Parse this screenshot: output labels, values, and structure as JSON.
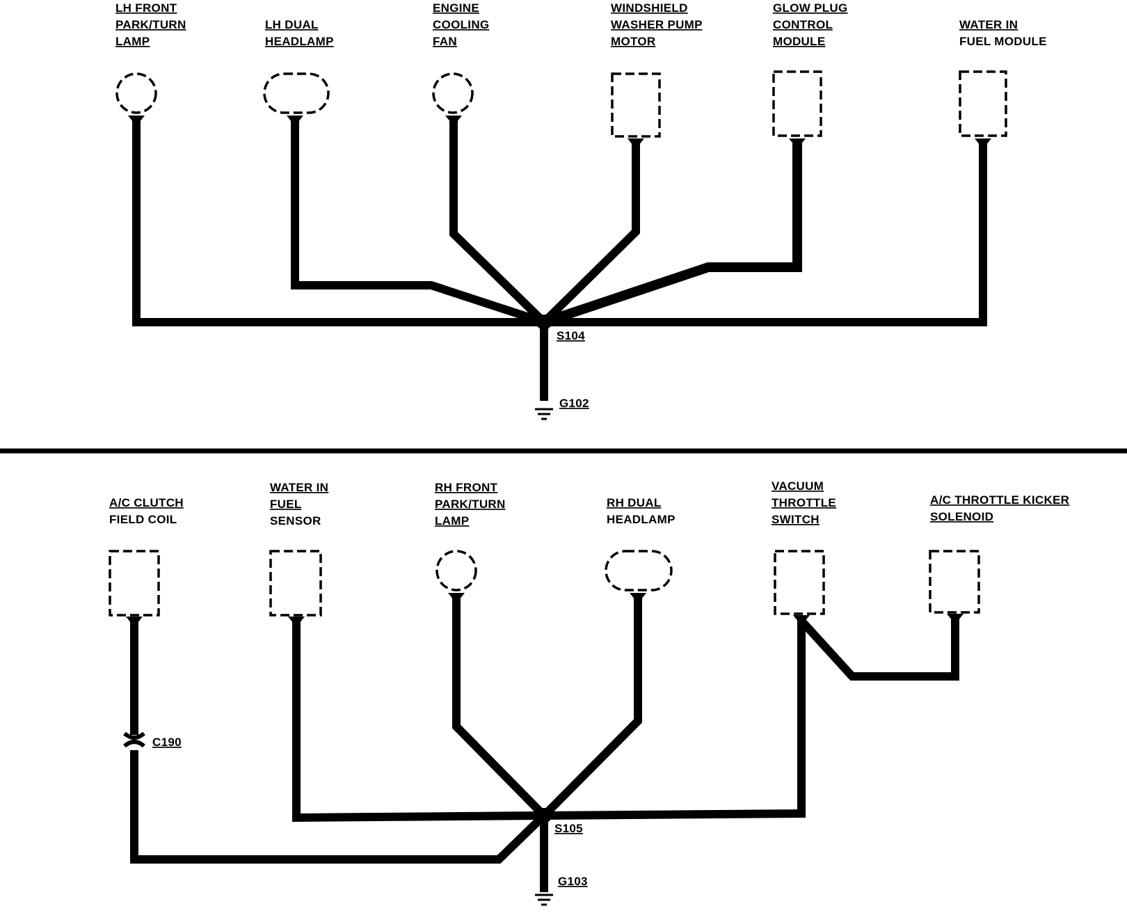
{
  "top_section": {
    "components": [
      {
        "label": [
          "LH FRONT",
          "PARK/TURN",
          "LAMP"
        ],
        "shape": "circle"
      },
      {
        "label": [
          "LH DUAL",
          "HEADLAMP"
        ],
        "shape": "oval"
      },
      {
        "label": [
          "ENGINE",
          "COOLING",
          "FAN"
        ],
        "shape": "circle"
      },
      {
        "label": [
          "WINDSHIELD",
          "WASHER PUMP",
          "MOTOR"
        ],
        "shape": "box"
      },
      {
        "label": [
          "GLOW PLUG",
          "CONTROL",
          "MODULE"
        ],
        "shape": "box"
      },
      {
        "label": [
          "WATER IN",
          "FUEL MODULE"
        ],
        "shape": "box"
      }
    ],
    "splice": "S104",
    "ground": "G102"
  },
  "bottom_section": {
    "components": [
      {
        "label": [
          "A/C CLUTCH",
          "FIELD COIL"
        ],
        "shape": "box"
      },
      {
        "label": [
          "WATER IN",
          "FUEL",
          "SENSOR"
        ],
        "shape": "box"
      },
      {
        "label": [
          "RH FRONT",
          "PARK/TURN",
          "LAMP"
        ],
        "shape": "circle"
      },
      {
        "label": [
          "RH DUAL",
          "HEADLAMP"
        ],
        "shape": "oval"
      },
      {
        "label": [
          "VACUUM",
          "THROTTLE",
          "SWITCH"
        ],
        "shape": "box"
      },
      {
        "label": [
          "A/C THROTTLE KICKER",
          "SOLENOID"
        ],
        "shape": "box"
      }
    ],
    "connector": "C190",
    "splice": "S105",
    "ground": "G103"
  }
}
